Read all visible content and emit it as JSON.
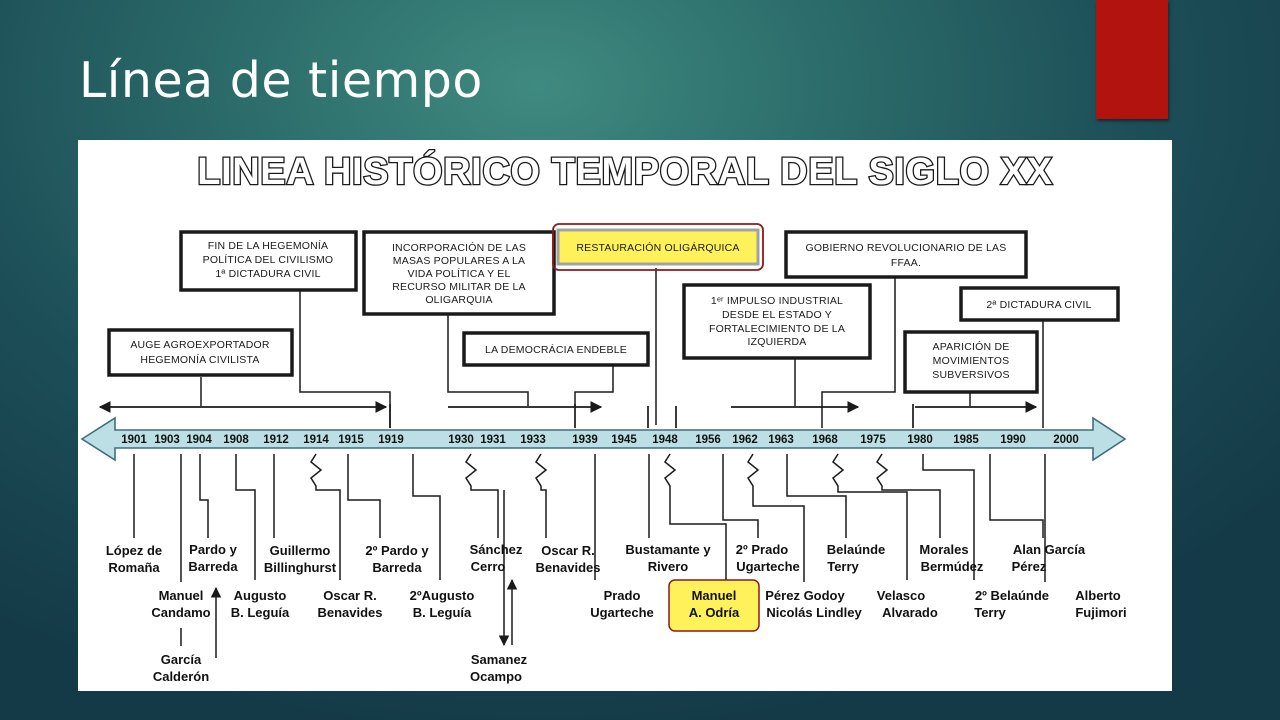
{
  "slide": {
    "title": "Línea de tiempo",
    "accent_color": "#b3130f"
  },
  "diagram": {
    "title": "LINEA HISTÓRICO TEMPORAL DEL SIGLO XX",
    "boxes": [
      {
        "id": "auge",
        "lines": [
          "AUGE AGROEXPORTADOR",
          "HEGEMONÍA CIVILISTA"
        ]
      },
      {
        "id": "fin",
        "lines": [
          "FIN DE LA HEGEMONÍA",
          "POLÍTICA DEL CIVILISMO",
          "1ª DICTADURA CIVIL"
        ]
      },
      {
        "id": "incorporacion",
        "lines": [
          "INCORPORACIÓN DE LAS",
          "MASAS POPULARES A LA",
          "VIDA POLÍTICA Y EL",
          "RECURSO MILITAR DE LA",
          "OLIGARQUIA"
        ]
      },
      {
        "id": "democracia",
        "lines": [
          "LA DEMOCRÁCIA ENDEBLE"
        ]
      },
      {
        "id": "restauracion",
        "lines": [
          "RESTAURACIÓN OLIGÁRQUICA"
        ],
        "highlight": true
      },
      {
        "id": "impulso",
        "lines": [
          "1ᵉʳ IMPULSO INDUSTRIAL",
          "DESDE EL ESTADO Y",
          "FORTALECIMIENTO DE LA",
          "IZQUIERDA"
        ]
      },
      {
        "id": "gobierno",
        "lines": [
          "GOBIERNO REVOLUCIONARIO DE LAS",
          "FFAA."
        ]
      },
      {
        "id": "dictadura2",
        "lines": [
          "2ª DICTADURA CIVIL"
        ]
      },
      {
        "id": "aparicion",
        "lines": [
          "APARICIÓN DE",
          "MOVIMIENTOS",
          "SUBVERSIVOS"
        ]
      }
    ],
    "years": [
      "1901",
      "1903",
      "1904",
      "1908",
      "1912",
      "1914",
      "1915",
      "1919",
      "1930",
      "1931",
      "1933",
      "1939",
      "1945",
      "1948",
      "1956",
      "1962",
      "1963",
      "1968",
      "1975",
      "1980",
      "1985",
      "1990",
      "2000"
    ],
    "names": [
      {
        "id": "lopez",
        "lines": [
          "López de",
          "Romaña"
        ]
      },
      {
        "id": "candamo",
        "lines": [
          "Manuel",
          "Candamo"
        ]
      },
      {
        "id": "garcia",
        "lines": [
          "García",
          "Calderón"
        ]
      },
      {
        "id": "pardo1",
        "lines": [
          "Pardo y",
          "Barreda"
        ]
      },
      {
        "id": "leguia1",
        "lines": [
          "Augusto",
          "B. Leguía"
        ]
      },
      {
        "id": "billinghurst",
        "lines": [
          "Guillermo",
          "Billinghurst"
        ]
      },
      {
        "id": "benavides1",
        "lines": [
          "Oscar R.",
          "Benavides"
        ]
      },
      {
        "id": "pardo2",
        "lines": [
          "2º Pardo y",
          "Barreda"
        ]
      },
      {
        "id": "leguia2",
        "lines": [
          "2ºAugusto",
          "B. Leguía"
        ]
      },
      {
        "id": "sanchez",
        "lines": [
          "Sánchez",
          "Cerro"
        ]
      },
      {
        "id": "samanez",
        "lines": [
          "Samanez",
          "Ocampo"
        ]
      },
      {
        "id": "benavides2",
        "lines": [
          "Oscar R.",
          "Benavides"
        ]
      },
      {
        "id": "prado1",
        "lines": [
          "Prado",
          "Ugarteche"
        ]
      },
      {
        "id": "bustamante",
        "lines": [
          "Bustamante y",
          "Rivero"
        ]
      },
      {
        "id": "odria",
        "lines": [
          "Manuel",
          "A. Odría"
        ],
        "highlight": true
      },
      {
        "id": "prado2",
        "lines": [
          "2º Prado",
          "Ugarteche"
        ]
      },
      {
        "id": "godoy",
        "lines": [
          "Pérez Godoy",
          "Nicolás Lindley"
        ]
      },
      {
        "id": "belaunde1",
        "lines": [
          "Belaúnde",
          "Terry"
        ]
      },
      {
        "id": "velasco",
        "lines": [
          "Velasco",
          "Alvarado"
        ]
      },
      {
        "id": "morales",
        "lines": [
          "Morales",
          "Bermúdez"
        ]
      },
      {
        "id": "belaunde2",
        "lines": [
          "2º Belaúnde",
          "Terry"
        ]
      },
      {
        "id": "alan",
        "lines": [
          "Alan García",
          "Pérez"
        ]
      },
      {
        "id": "fujimori",
        "lines": [
          "Alberto",
          "Fujimori"
        ]
      }
    ],
    "colors": {
      "bar_fill": "#bcdfe5",
      "highlight": "#fff15a",
      "highlight_ring": "#8b1a1a"
    }
  }
}
